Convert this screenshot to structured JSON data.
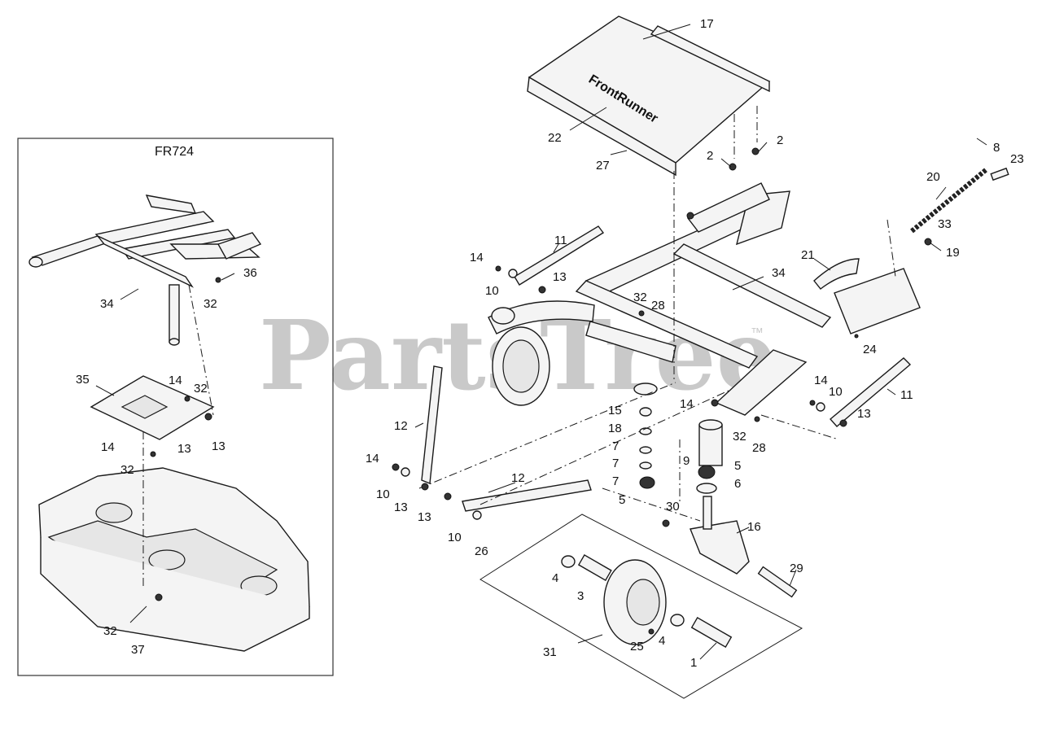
{
  "inset": {
    "title": "FR724"
  },
  "watermark": {
    "text": "PartsTree",
    "trademark": "™"
  },
  "logo": {
    "text": "FrontRunner"
  },
  "callouts": {
    "c17": "17",
    "c22": "22",
    "c27": "27",
    "c2a": "2",
    "c2b": "2",
    "c8": "8",
    "c23": "23",
    "c20": "20",
    "c33": "33",
    "c19": "19",
    "c21": "21",
    "c34": "34",
    "c24": "24",
    "c11a": "11",
    "c14a": "14",
    "c10a": "10",
    "c13a": "13",
    "c32a": "32",
    "c28a": "28",
    "c14b": "14",
    "c10b": "10",
    "c11b": "11",
    "c13b": "13",
    "c32b": "32",
    "c28b": "28",
    "c14c": "14",
    "c15": "15",
    "c18": "18",
    "c7a": "7",
    "c7b": "7",
    "c7c": "7",
    "c5a": "5",
    "c9": "9",
    "c5b": "5",
    "c6": "6",
    "c12a": "12",
    "c14d": "14",
    "c10c": "10",
    "c13c": "13",
    "c13d": "13",
    "c12b": "12",
    "c10d": "10",
    "c26": "26",
    "c30": "30",
    "c16": "16",
    "c29": "29",
    "c4a": "4",
    "c3": "3",
    "c25": "25",
    "c4b": "4",
    "c1": "1",
    "c31": "31"
  },
  "inset_callouts": {
    "i36": "36",
    "i34": "34",
    "i32a": "32",
    "i35": "35",
    "i14a": "14",
    "i32b": "32",
    "i13a": "13",
    "i14b": "14",
    "i13b": "13",
    "i32c": "32",
    "i32d": "32",
    "i37": "37"
  }
}
